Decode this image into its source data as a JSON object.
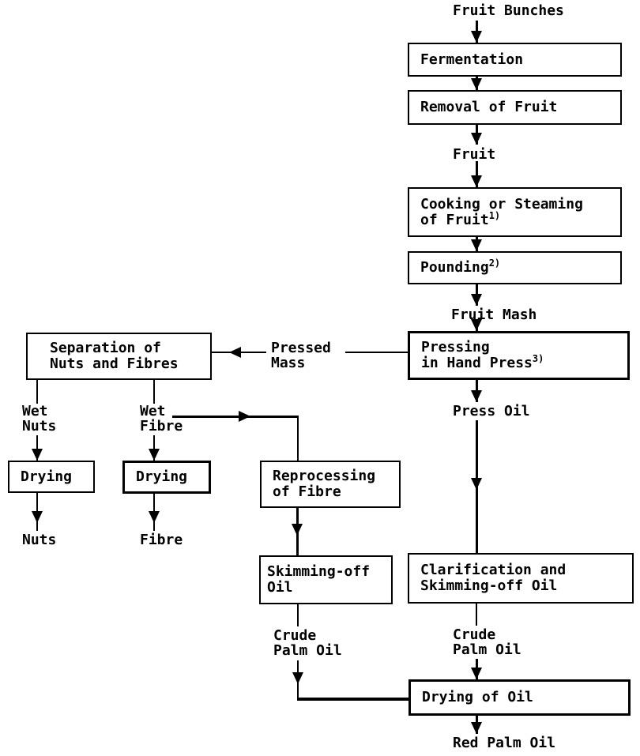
{
  "palette": {
    "ink": "#000000",
    "paper": "#ffffff"
  },
  "nodes": {
    "fruit_bunches": {
      "label": "Fruit Bunches"
    },
    "fermentation": {
      "label": "Fermentation"
    },
    "removal_of_fruit": {
      "label": "Removal of Fruit"
    },
    "fruit": {
      "label": "Fruit"
    },
    "cooking": {
      "line1": "Cooking or Steaming",
      "line2": "of Fruit",
      "footnote": "1)"
    },
    "pounding": {
      "label": "Pounding",
      "footnote": "2)"
    },
    "fruit_mash": {
      "label": "Fruit Mash"
    },
    "pressing": {
      "line1": "Pressing",
      "line2": "in Hand Press",
      "footnote": "3)"
    },
    "press_oil": {
      "label": "Press Oil"
    },
    "pressed_mass": {
      "line1": "Pressed",
      "line2": "Mass"
    },
    "separation": {
      "line1": "Separation of",
      "line2": "Nuts and Fibres"
    },
    "wet_nuts": {
      "line1": "Wet",
      "line2": "Nuts"
    },
    "wet_fibre": {
      "line1": "Wet",
      "line2": "Fibre"
    },
    "drying_nuts": {
      "label": "Drying"
    },
    "drying_fibre": {
      "label": "Drying"
    },
    "nuts": {
      "label": "Nuts"
    },
    "fibre": {
      "label": "Fibre"
    },
    "reprocessing": {
      "line1": "Reprocessing",
      "line2": "of Fibre"
    },
    "skimming_off": {
      "line1": "Skimming-off",
      "line2": "Oil"
    },
    "crude_palm_oil_center": {
      "line1": "Crude",
      "line2": "Palm Oil"
    },
    "clarification": {
      "line1": "Clarification and",
      "line2": "Skimming-off Oil"
    },
    "crude_palm_oil_right": {
      "line1": "Crude",
      "line2": "Palm Oil"
    },
    "drying_of_oil": {
      "label": "Drying of Oil"
    },
    "red_palm_oil": {
      "label": "Red Palm Oil"
    }
  }
}
